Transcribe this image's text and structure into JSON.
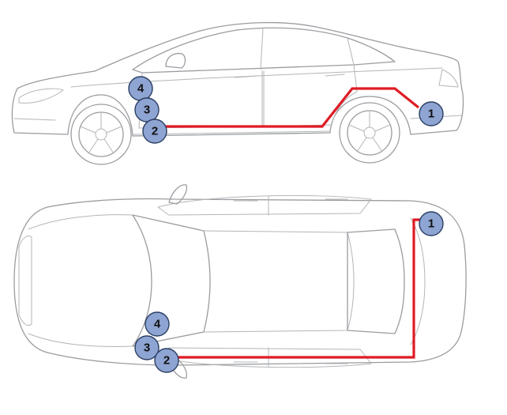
{
  "colors": {
    "wire": "#e01b24",
    "marker_fill": "#8ea4d2",
    "marker_stroke": "#2b3f63",
    "car_outline": "#9a9ca0"
  },
  "side_view": {
    "markers": [
      "1",
      "2",
      "3",
      "4"
    ]
  },
  "top_view": {
    "markers": [
      "1",
      "2",
      "3",
      "4"
    ]
  }
}
